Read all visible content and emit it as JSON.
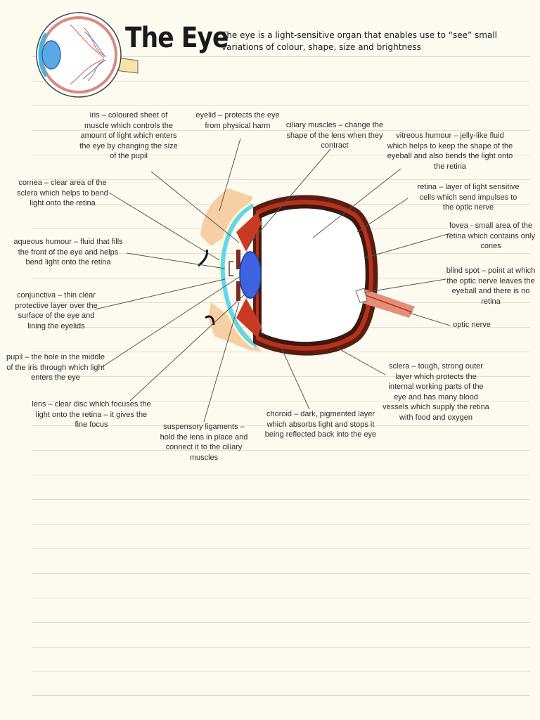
{
  "title": "The Eye",
  "intro": "The eye is a light-sensitive organ that enables use to “see” small variations of colour, shape, size and brightness",
  "labels": {
    "iris": "iris – coloured sheet of muscle which controls the amount of light which enters the eye by changing the size of the pupil",
    "eyelid": "eyelid – protects the eye from physical harm",
    "ciliary": "ciliary muscles – change the shape of the lens when they contract",
    "vitreous": "vitreous humour – jelly-like fluid which helps to keep the shape of the eyeball and also bends the light onto the retina",
    "cornea": "cornea – clear area of the sclera which helps to bend light onto the retina",
    "retina": "retina – layer of light sensitive cells which send impulses to the optic nerve",
    "fovea": "fovea - small area of the retina which contains only cones",
    "aqueous": "aqueous humour – fluid that fills the front of the eye and helps bend light onto the retina",
    "blindspot": "blind spot – point at which the optic nerve leaves the eyeball and there is no retina",
    "conjunctiva": "conjunctiva – thin clear protective layer over the surface of the eye and lining the eyelids",
    "optic": "optic nerve",
    "pupil": "pupil – the hole in the middle of the iris through which light enters the eye",
    "sclera": "sclera – tough, strong outer layer which protects the internal working parts of the eye and has many blood vessels which supply the retina with food and oxygen",
    "lens": "lens – clear disc which focuses the light onto the retina – it gives the fine focus",
    "choroid": "choroid – dark, pigmented layer which absorbs light and stops it being reflected back into the eye",
    "suspensory": "suspensory ligaments – hold the lens in place and connect it to the ciliary muscles"
  },
  "colors": {
    "page": "#fdfbf0",
    "rule": "#e2ded0",
    "eyelid_skin": "#f7cfa4",
    "sclera_outer": "#5a1d14",
    "choroid": "#b8311a",
    "retina": "#3b1810",
    "lens": "#3d63e0",
    "cornea": "#5ed7ef",
    "optic_nerve": "#e38f7a"
  }
}
